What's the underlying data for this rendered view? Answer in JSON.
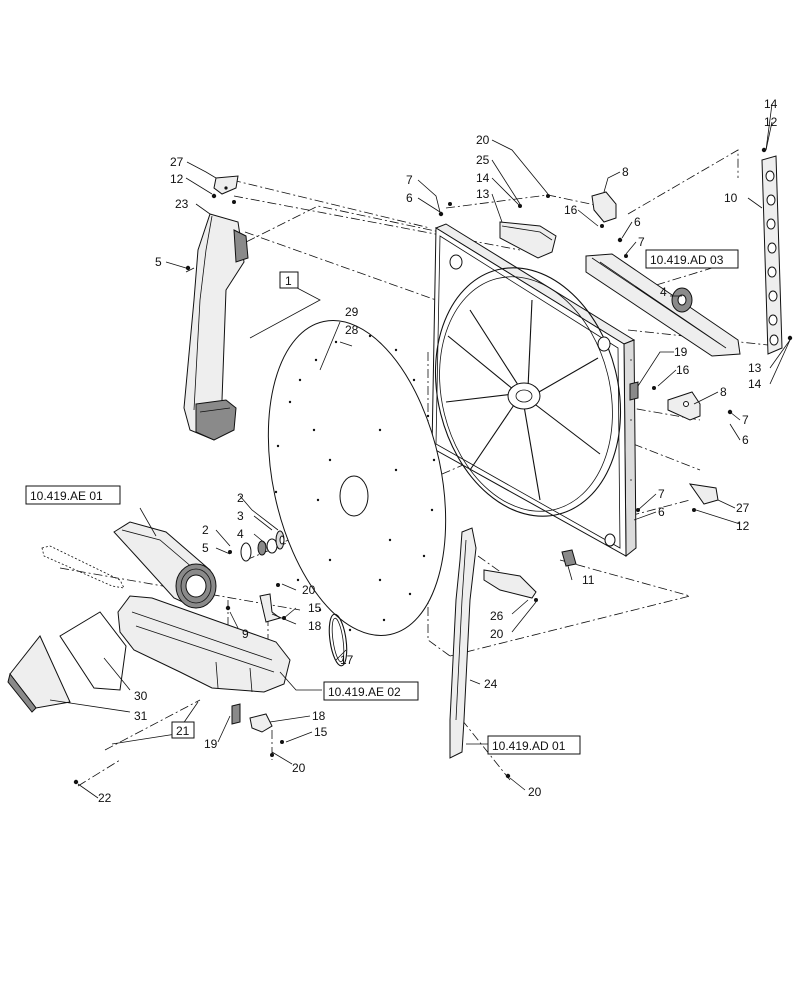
{
  "callouts": {
    "c1": "1",
    "c2a": "2",
    "c2b": "2",
    "c3": "3",
    "c4a": "4",
    "c4b": "4",
    "c5a": "5",
    "c5b": "5",
    "c6a": "6",
    "c6b": "6",
    "c6c": "6",
    "c6d": "6",
    "c7a": "7",
    "c7b": "7",
    "c7c": "7",
    "c7d": "7",
    "c8a": "8",
    "c8b": "8",
    "c9": "9",
    "c10": "10",
    "c11": "11",
    "c12a": "12",
    "c12b": "12",
    "c12c": "12",
    "c13a": "13",
    "c13b": "13",
    "c14a": "14",
    "c14b": "14",
    "c14c": "14",
    "c15a": "15",
    "c15b": "15",
    "c16a": "16",
    "c16b": "16",
    "c17": "17",
    "c18a": "18",
    "c18b": "18",
    "c19a": "19",
    "c19b": "19",
    "c20a": "20",
    "c20b": "20",
    "c20c": "20",
    "c20d": "20",
    "c20e": "20",
    "c21": "21",
    "c22": "22",
    "c23": "23",
    "c24": "24",
    "c25": "25",
    "c26": "26",
    "c27a": "27",
    "c27b": "27",
    "c28": "28",
    "c29": "29",
    "c30": "30",
    "c31": "31"
  },
  "references": {
    "ad03": "10.419.AD 03",
    "ae01": "10.419.AE 01",
    "ae02": "10.419.AE 02",
    "ad01": "10.419.AD 01"
  }
}
